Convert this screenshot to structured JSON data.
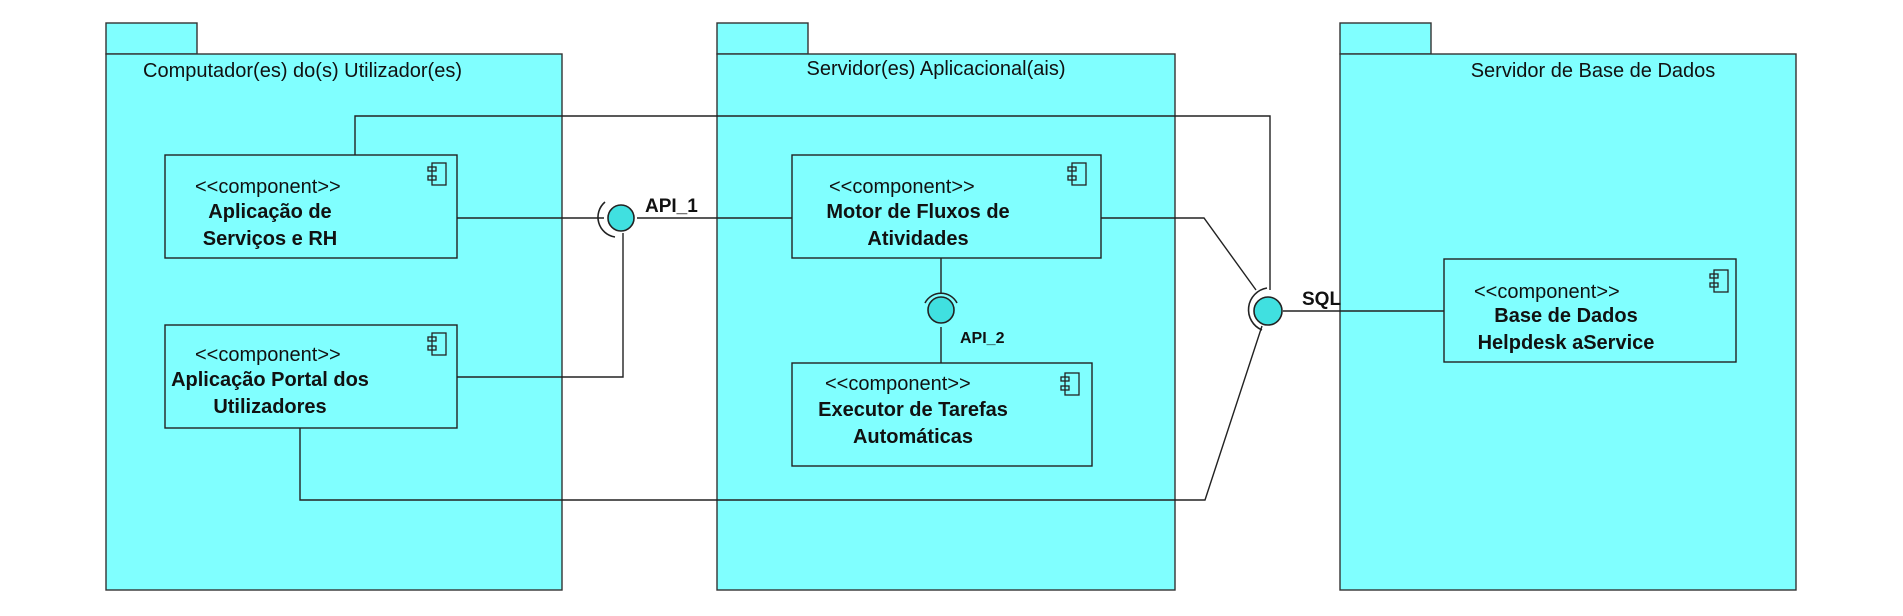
{
  "packages": {
    "user_computers": {
      "label": "Computador(es) do(s) Utilizador(es)"
    },
    "app_servers": {
      "label": "Servidor(es) Aplicacional(ais)"
    },
    "db_server": {
      "label": "Servidor de Base de Dados"
    }
  },
  "components": {
    "services_hr": {
      "stereotype": "<<component>>",
      "name_line1": "Aplicação de",
      "name_line2": "Serviços e RH"
    },
    "user_portal": {
      "stereotype": "<<component>>",
      "name_line1": "Aplicação Portal dos",
      "name_line2": "Utilizadores"
    },
    "workflow_engine": {
      "stereotype": "<<component>>",
      "name_line1": "Motor de Fluxos de",
      "name_line2": "Atividades"
    },
    "task_executor": {
      "stereotype": "<<component>>",
      "name_line1": "Executor de Tarefas",
      "name_line2": "Automáticas"
    },
    "database": {
      "stereotype": "<<component>>",
      "name_line1": "Base de Dados",
      "name_line2": "Helpdesk aService"
    }
  },
  "interfaces": {
    "api1": {
      "label": "API_1"
    },
    "api2": {
      "label": "API_2"
    },
    "sql": {
      "label": "SQL"
    }
  },
  "colors": {
    "fill": "#80ffff",
    "ball": "#40e0e0",
    "line": "#222222"
  }
}
